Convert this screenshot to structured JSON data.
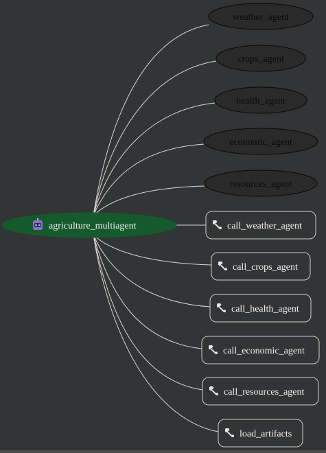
{
  "graph": {
    "root": {
      "label": "agriculture_multiagent",
      "icon": "robot-icon",
      "color": "#145a2c"
    },
    "agents": [
      {
        "label": "weather_agent"
      },
      {
        "label": "crops_agent"
      },
      {
        "label": "health_agent"
      },
      {
        "label": "economic_agent"
      },
      {
        "label": "resources_agent"
      }
    ],
    "tools": [
      {
        "label": "call_weather_agent",
        "icon": "wrench-icon"
      },
      {
        "label": "call_crops_agent",
        "icon": "wrench-icon"
      },
      {
        "label": "call_health_agent",
        "icon": "wrench-icon"
      },
      {
        "label": "call_economic_agent",
        "icon": "wrench-icon"
      },
      {
        "label": "call_resources_agent",
        "icon": "wrench-icon"
      },
      {
        "label": "load_artifacts",
        "icon": "wrench-icon"
      }
    ]
  }
}
